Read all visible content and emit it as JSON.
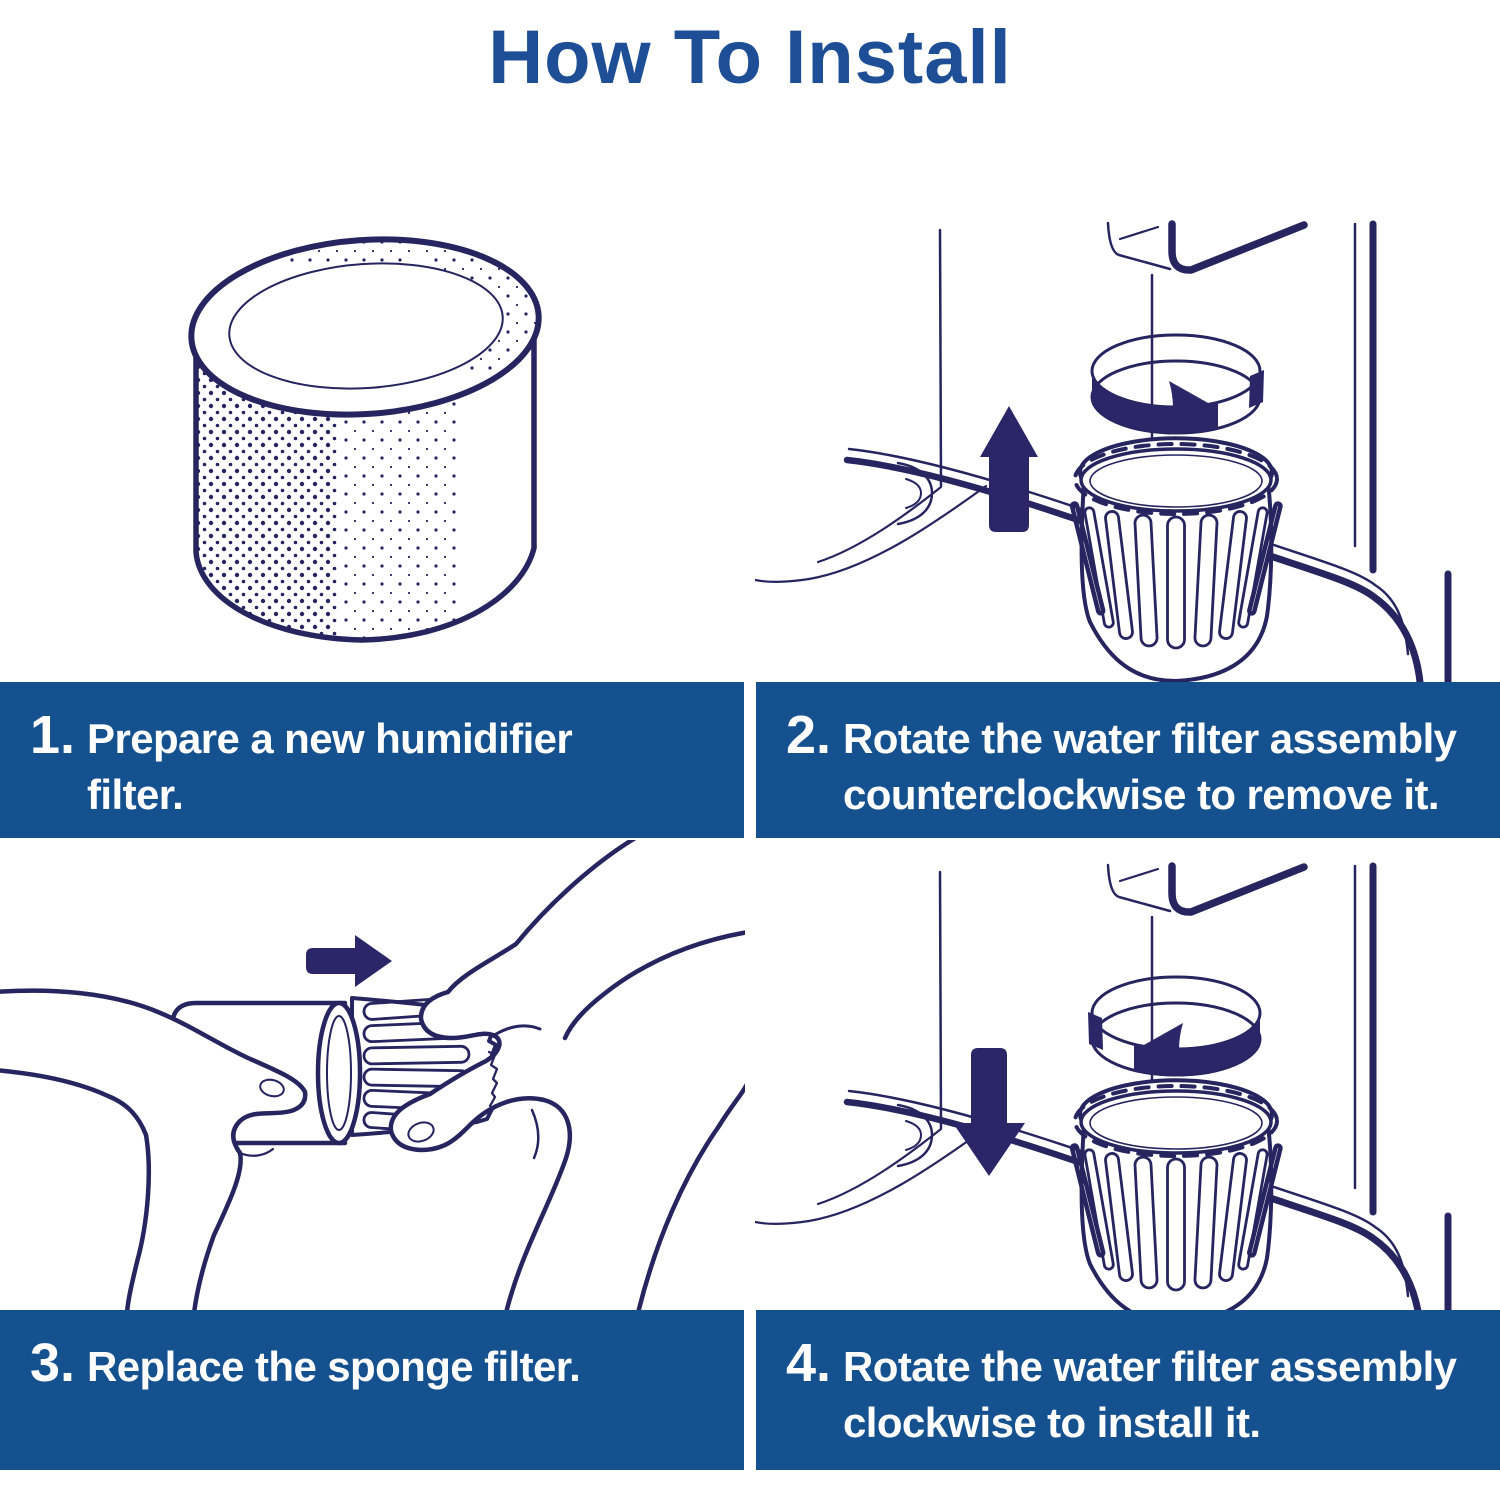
{
  "page": {
    "title": "How To Install"
  },
  "colors": {
    "bar": "#15508F",
    "title": "#1E4E96",
    "ink": "#26255F",
    "arrow": "#2B2668",
    "text": "#FFFFFF"
  },
  "steps": [
    {
      "number": "1.",
      "text": "Prepare a new humidifier\nfilter.",
      "illustration": "new-sponge-filter"
    },
    {
      "number": "2.",
      "text": "Rotate the water filter assembly\ncounterclockwise to remove it.",
      "illustration": "remove-filter-assembly"
    },
    {
      "number": "3.",
      "text": "Replace the sponge filter.",
      "illustration": "replace-sponge-filter"
    },
    {
      "number": "4.",
      "text": "Rotate the water filter assembly\nclockwise to install it.",
      "illustration": "install-filter-assembly"
    }
  ]
}
